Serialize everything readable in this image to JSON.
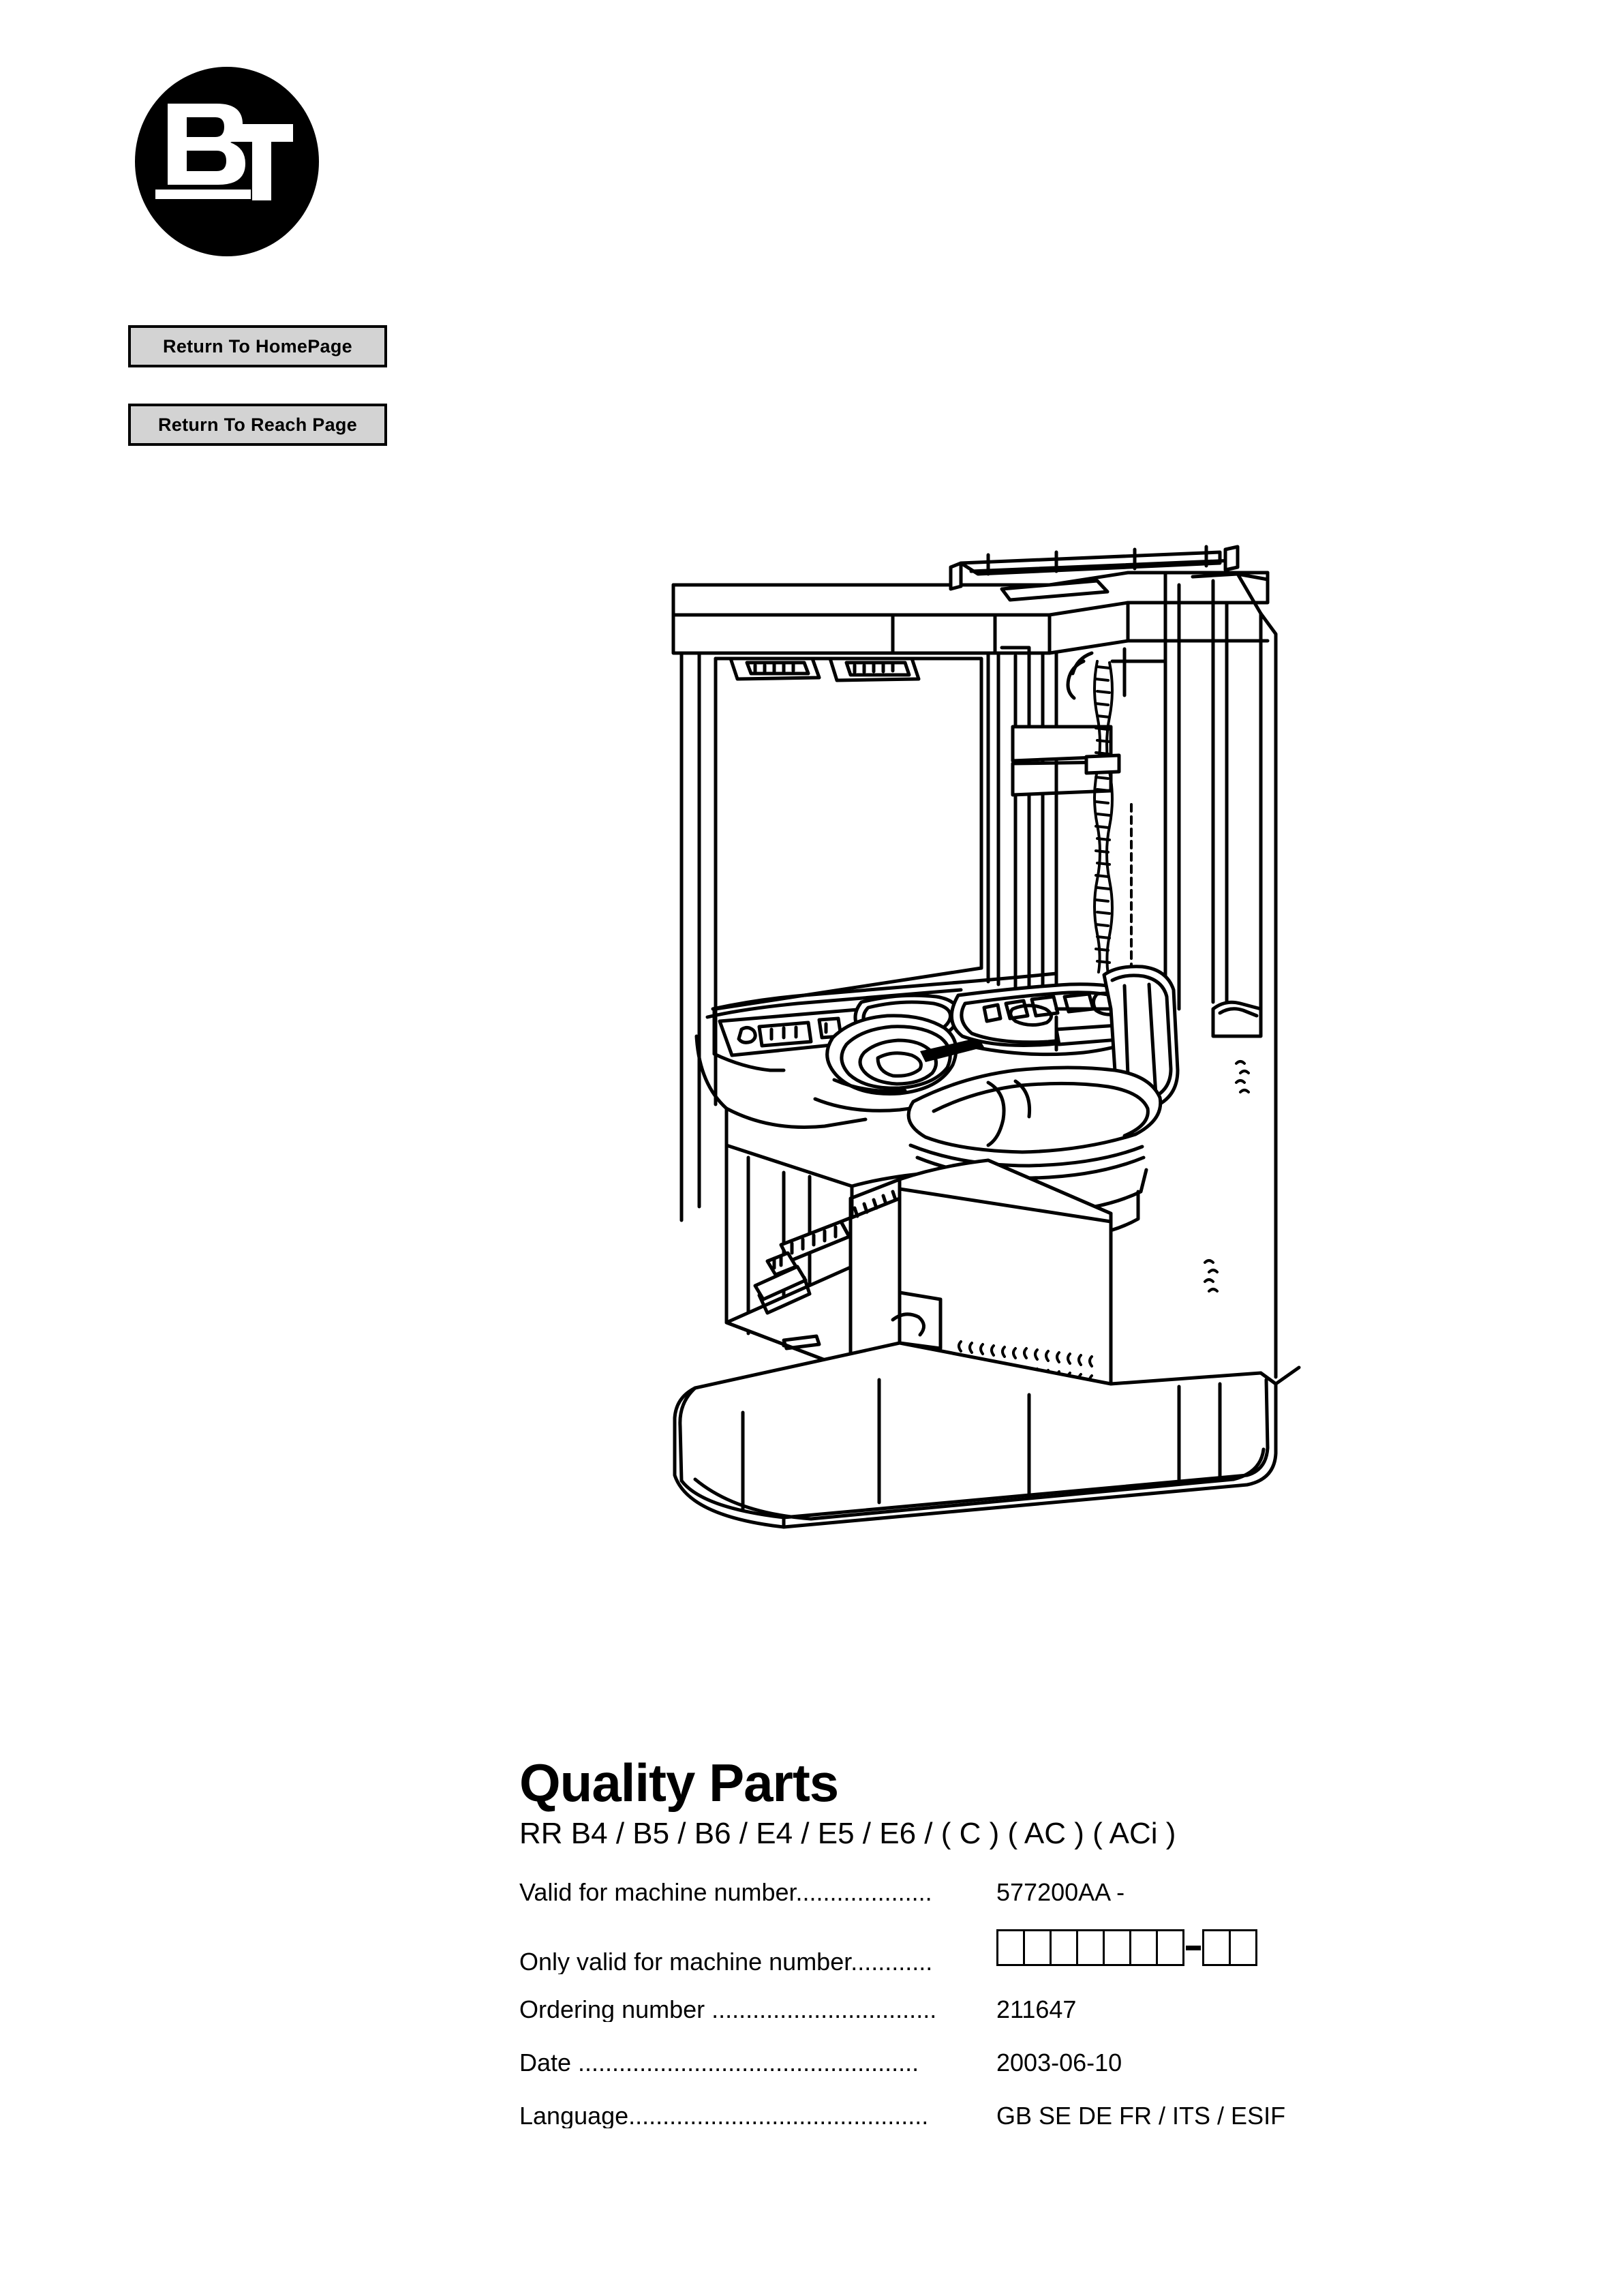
{
  "logo": {
    "brand": "BT",
    "letter_b": "B",
    "letter_t": "T",
    "icon_name": "bt-logo-icon"
  },
  "nav": {
    "buttons": [
      {
        "label": "Return To HomePage",
        "name": "return-to-homepage-button"
      },
      {
        "label": "Return To Reach Page",
        "name": "return-to-reach-page-button"
      }
    ]
  },
  "illustration": {
    "caption": "BT reach truck technical line drawing",
    "icon_name": "reach-truck-illustration"
  },
  "document": {
    "title": "Quality Parts",
    "models": "RR B4 / B5 / B6 / E4 / E5 / E6 / ( C )  ( AC ) ( ACi )",
    "specs": [
      {
        "label": "Valid for machine number....................",
        "value": "577200AA -",
        "name": "valid-for-machine-number"
      },
      {
        "label": "Only valid for machine number............",
        "value": "",
        "name": "only-valid-for-machine-number"
      },
      {
        "label": "Ordering number .................................",
        "value": "211647",
        "name": "ordering-number"
      },
      {
        "label": "Date ..................................................",
        "value": "2003-06-10",
        "name": "date"
      },
      {
        "label": "Language............................................",
        "value": " GB SE DE FR / ITS / ESIF",
        "name": "language"
      }
    ],
    "machine_number_boxes": {
      "group_one_count": 7,
      "group_two_count": 2,
      "separator": "-"
    }
  },
  "colors": {
    "page_background": "#ffffff",
    "ink": "#000000",
    "button_face": "#d3d3d3",
    "button_border": "#000000"
  }
}
